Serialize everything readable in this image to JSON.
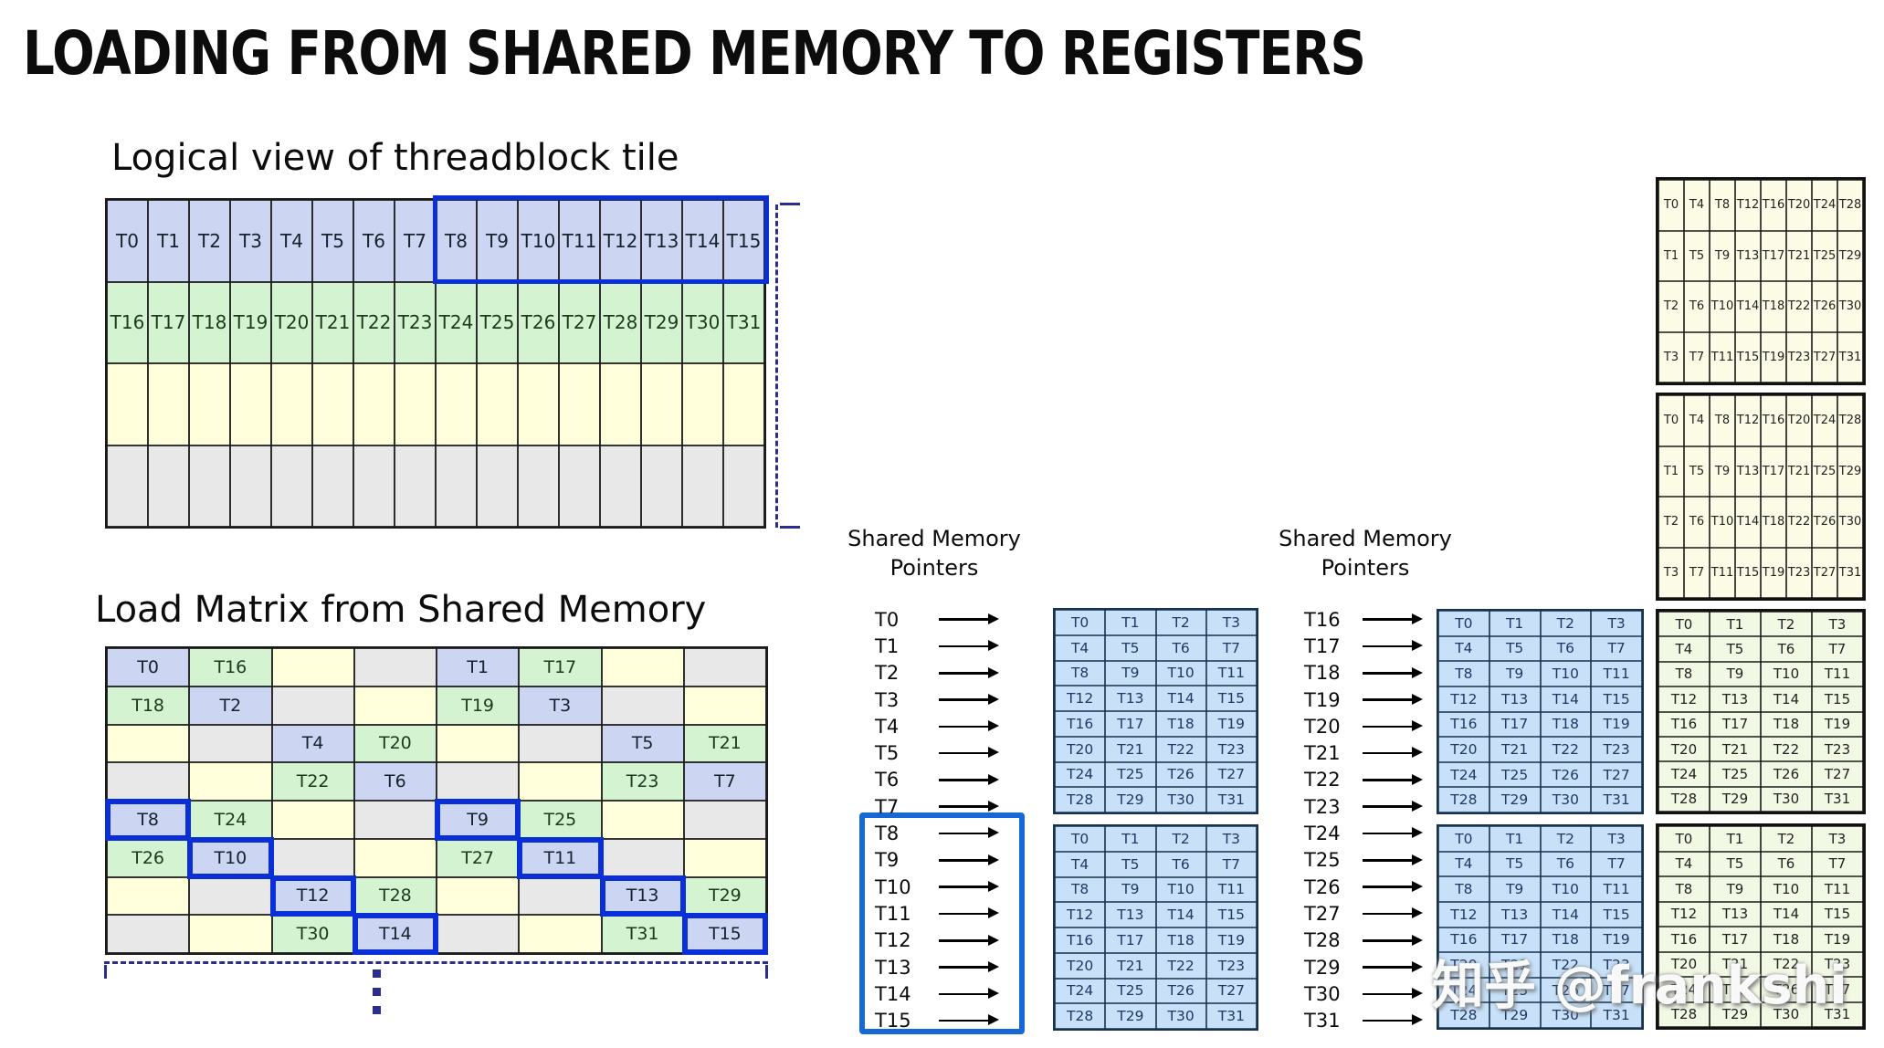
{
  "title": "LOADING FROM SHARED MEMORY TO REGISTERS",
  "watermark": "知乎 @frankshi",
  "colors": {
    "cell_blue": "#ccd6f2",
    "cell_green": "#d4f3d0",
    "cell_yellow": "#ffffdc",
    "cell_gray": "#e8e8e8",
    "highlight_blue": "#0b2fd6",
    "box_blue": "#1668d6",
    "bracket_navy": "#2b2e8c",
    "pointer_table_fill": "#c8e1f8",
    "pointer_table_text": "#1f3864",
    "ivory_fill": "#fcfce6",
    "pale_fill": "#f1f8e4"
  },
  "logical_view": {
    "heading": "Logical view of threadblock tile",
    "rows": [
      {
        "color": "blue",
        "labels": [
          "T0",
          "T1",
          "T2",
          "T3",
          "T4",
          "T5",
          "T6",
          "T7",
          "T8",
          "T9",
          "T10",
          "T11",
          "T12",
          "T13",
          "T14",
          "T15"
        ]
      },
      {
        "color": "green",
        "labels": [
          "T16",
          "T17",
          "T18",
          "T19",
          "T20",
          "T21",
          "T22",
          "T23",
          "T24",
          "T25",
          "T26",
          "T27",
          "T28",
          "T29",
          "T30",
          "T31"
        ]
      },
      {
        "color": "yellow",
        "labels": [
          "",
          "",
          "",
          "",
          "",
          "",
          "",
          "",
          "",
          "",
          "",
          "",
          "",
          "",
          "",
          ""
        ]
      },
      {
        "color": "gray",
        "labels": [
          "",
          "",
          "",
          "",
          "",
          "",
          "",
          "",
          "",
          "",
          "",
          "",
          "",
          "",
          "",
          ""
        ]
      }
    ]
  },
  "load_matrix": {
    "heading": "Load Matrix from Shared Memory",
    "rows": [
      [
        {
          "t": "T0",
          "c": "b"
        },
        {
          "t": "T16",
          "c": "g"
        },
        {
          "c": "y"
        },
        {
          "c": "e"
        },
        {
          "t": "T1",
          "c": "b"
        },
        {
          "t": "T17",
          "c": "g"
        },
        {
          "c": "y"
        },
        {
          "c": "e"
        }
      ],
      [
        {
          "t": "T18",
          "c": "g"
        },
        {
          "t": "T2",
          "c": "b"
        },
        {
          "c": "e"
        },
        {
          "c": "y"
        },
        {
          "t": "T19",
          "c": "g"
        },
        {
          "t": "T3",
          "c": "b"
        },
        {
          "c": "e"
        },
        {
          "c": "y"
        }
      ],
      [
        {
          "c": "y"
        },
        {
          "c": "e"
        },
        {
          "t": "T4",
          "c": "b"
        },
        {
          "t": "T20",
          "c": "g"
        },
        {
          "c": "y"
        },
        {
          "c": "e"
        },
        {
          "t": "T5",
          "c": "b"
        },
        {
          "t": "T21",
          "c": "g"
        }
      ],
      [
        {
          "c": "e"
        },
        {
          "c": "y"
        },
        {
          "t": "T22",
          "c": "g"
        },
        {
          "t": "T6",
          "c": "b"
        },
        {
          "c": "e"
        },
        {
          "c": "y"
        },
        {
          "t": "T23",
          "c": "g"
        },
        {
          "t": "T7",
          "c": "b"
        }
      ],
      [
        {
          "t": "T8",
          "c": "b",
          "h": true
        },
        {
          "t": "T24",
          "c": "g"
        },
        {
          "c": "y"
        },
        {
          "c": "e"
        },
        {
          "t": "T9",
          "c": "b",
          "h": true
        },
        {
          "t": "T25",
          "c": "g"
        },
        {
          "c": "y"
        },
        {
          "c": "e"
        }
      ],
      [
        {
          "t": "T26",
          "c": "g"
        },
        {
          "t": "T10",
          "c": "b",
          "h": true
        },
        {
          "c": "e"
        },
        {
          "c": "y"
        },
        {
          "t": "T27",
          "c": "g"
        },
        {
          "t": "T11",
          "c": "b",
          "h": true
        },
        {
          "c": "e"
        },
        {
          "c": "y"
        }
      ],
      [
        {
          "c": "y"
        },
        {
          "c": "e"
        },
        {
          "t": "T12",
          "c": "b",
          "h": true
        },
        {
          "t": "T28",
          "c": "g"
        },
        {
          "c": "y"
        },
        {
          "c": "e"
        },
        {
          "t": "T13",
          "c": "b",
          "h": true
        },
        {
          "t": "T29",
          "c": "g"
        }
      ],
      [
        {
          "c": "e"
        },
        {
          "c": "y"
        },
        {
          "t": "T30",
          "c": "g"
        },
        {
          "t": "T14",
          "c": "b",
          "h": true
        },
        {
          "c": "e"
        },
        {
          "c": "y"
        },
        {
          "t": "T31",
          "c": "g"
        },
        {
          "t": "T15",
          "c": "b",
          "h": true
        }
      ]
    ]
  },
  "pointer_groups": [
    {
      "heading": "Shared Memory\nPointers",
      "threads": [
        "T0",
        "T1",
        "T2",
        "T3",
        "T4",
        "T5",
        "T6",
        "T7",
        "T8",
        "T9",
        "T10",
        "T11",
        "T12",
        "T13",
        "T14",
        "T15"
      ],
      "boxed_threads": [
        "T8",
        "T9",
        "T10",
        "T11",
        "T12",
        "T13",
        "T14",
        "T15"
      ]
    },
    {
      "heading": "Shared Memory\nPointers",
      "threads": [
        "T16",
        "T17",
        "T18",
        "T19",
        "T20",
        "T21",
        "T22",
        "T23",
        "T24",
        "T25",
        "T26",
        "T27",
        "T28",
        "T29",
        "T30",
        "T31"
      ]
    }
  ],
  "shared_memory_table_rows": [
    [
      "T0",
      "T1",
      "T2",
      "T3"
    ],
    [
      "T4",
      "T5",
      "T6",
      "T7"
    ],
    [
      "T8",
      "T9",
      "T10",
      "T11"
    ],
    [
      "T12",
      "T13",
      "T14",
      "T15"
    ],
    [
      "T16",
      "T17",
      "T18",
      "T19"
    ],
    [
      "T20",
      "T21",
      "T22",
      "T23"
    ],
    [
      "T24",
      "T25",
      "T26",
      "T27"
    ],
    [
      "T28",
      "T29",
      "T30",
      "T31"
    ]
  ],
  "register_layout_rows": [
    [
      "T0",
      "T4",
      "T8",
      "T12",
      "T16",
      "T20",
      "T24",
      "T28"
    ],
    [
      "T1",
      "T5",
      "T9",
      "T13",
      "T17",
      "T21",
      "T25",
      "T29"
    ],
    [
      "T2",
      "T6",
      "T10",
      "T14",
      "T18",
      "T22",
      "T26",
      "T30"
    ],
    [
      "T3",
      "T7",
      "T11",
      "T15",
      "T19",
      "T23",
      "T27",
      "T31"
    ]
  ]
}
